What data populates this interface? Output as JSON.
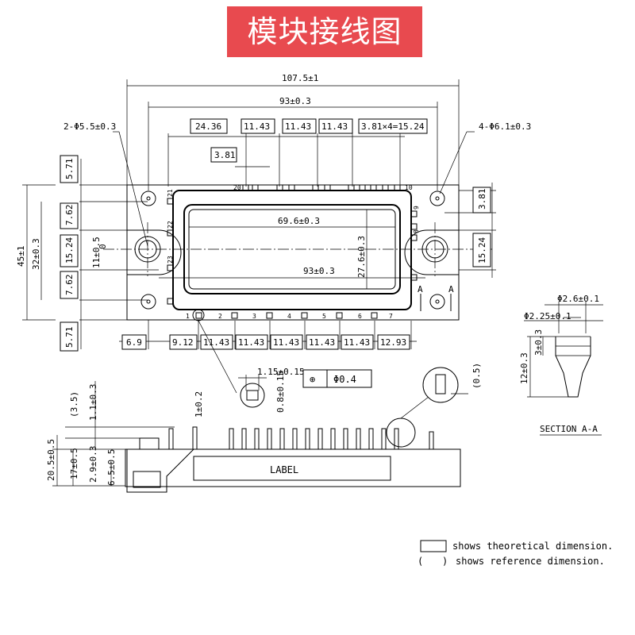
{
  "title": "模块接线图",
  "top_view": {
    "overall_length": "107.5±1",
    "hole_pitch": "93±0.3",
    "mounting_hole_2": "2-Φ5.5±0.3",
    "mounting_hole_4": "4-Φ6.1±0.3",
    "top_pin_dims": [
      "24.36",
      "11.43",
      "11.43",
      "11.43",
      "3.81×4=15.24"
    ],
    "pin_pitch": "3.81",
    "left_dims": [
      "5.71",
      "7.62",
      "15.24",
      "7.62",
      "5.71"
    ],
    "overall_height": "45±1",
    "inner_height": "32±0.3",
    "center_offset": "11±0.5",
    "center_offset_zero": "0",
    "right_dims": [
      "3.81",
      "15.24"
    ],
    "window_width": "69.6±0.3",
    "window_height": "27.6±0.3",
    "inner_pitch": "93±0.3",
    "bottom_dims": [
      "6.9",
      "9.12",
      "11.43",
      "11.43",
      "11.43",
      "11.43",
      "11.43",
      "12.93"
    ],
    "pin_numbers_top": [
      "20",
      "10"
    ],
    "pin_numbers_left": [
      "21",
      "22",
      "23"
    ],
    "pin_numbers_right": [
      "9",
      "8"
    ],
    "pin_numbers_bottom": [
      "1",
      "2",
      "3",
      "4",
      "5",
      "6",
      "7"
    ],
    "section_marker": "A",
    "pin_width": "1.15±0.15",
    "pin_thickness": "0.8±0.15",
    "tolerance_symbol": "⊕",
    "tolerance_value": "Φ0.4"
  },
  "side_view": {
    "dims_left": [
      "(3.5)",
      "1.1±0.3",
      "20.5±0.5",
      "17±0.5",
      "2.9±0.3",
      "6.5±0.5"
    ],
    "pin_dim": "1±0.2",
    "ref_dim": "(0.5)",
    "label": "LABEL"
  },
  "section": {
    "dia_top": "Φ2.6±0.1",
    "dia_bottom": "Φ2.25±0.1",
    "depth": "3±0.3",
    "height": "12±0.3",
    "name": "SECTION A-A"
  },
  "legend": {
    "theoretical": "shows theoretical dimension.",
    "reference": "shows reference dimension.",
    "paren_open": "(",
    "paren_close": ")"
  }
}
